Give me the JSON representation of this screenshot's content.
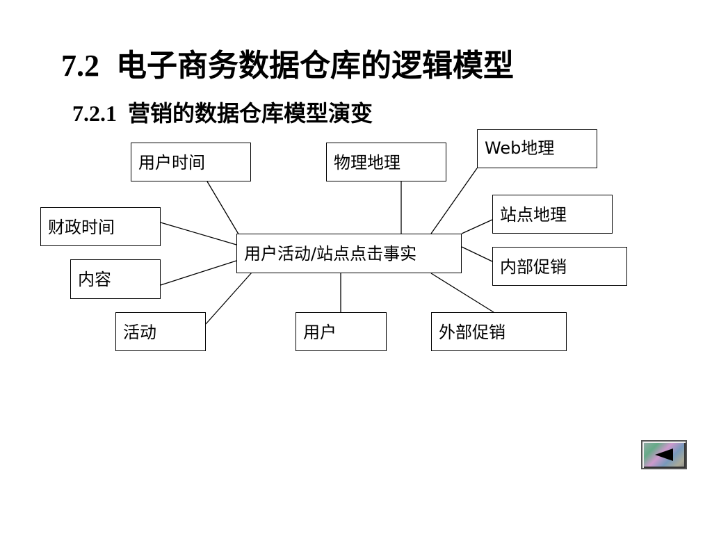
{
  "title": {
    "number": "7.2",
    "text": "电子商务数据仓库的逻辑模型"
  },
  "subtitle": {
    "number": "7.2.1",
    "text": "营销的数据仓库模型演变"
  },
  "diagram": {
    "fact": "用户活动/站点点击事实",
    "dims": {
      "user_time": "用户时间",
      "physical_geo": "物理地理",
      "web_geo": "Web地理",
      "site_geo": "站点地理",
      "finance_time": "财政时间",
      "content": "内容",
      "internal_promo": "内部促销",
      "activity": "活动",
      "user": "用户",
      "external_promo": "外部促销"
    }
  },
  "nav": {
    "icon": "back-arrow-icon"
  }
}
